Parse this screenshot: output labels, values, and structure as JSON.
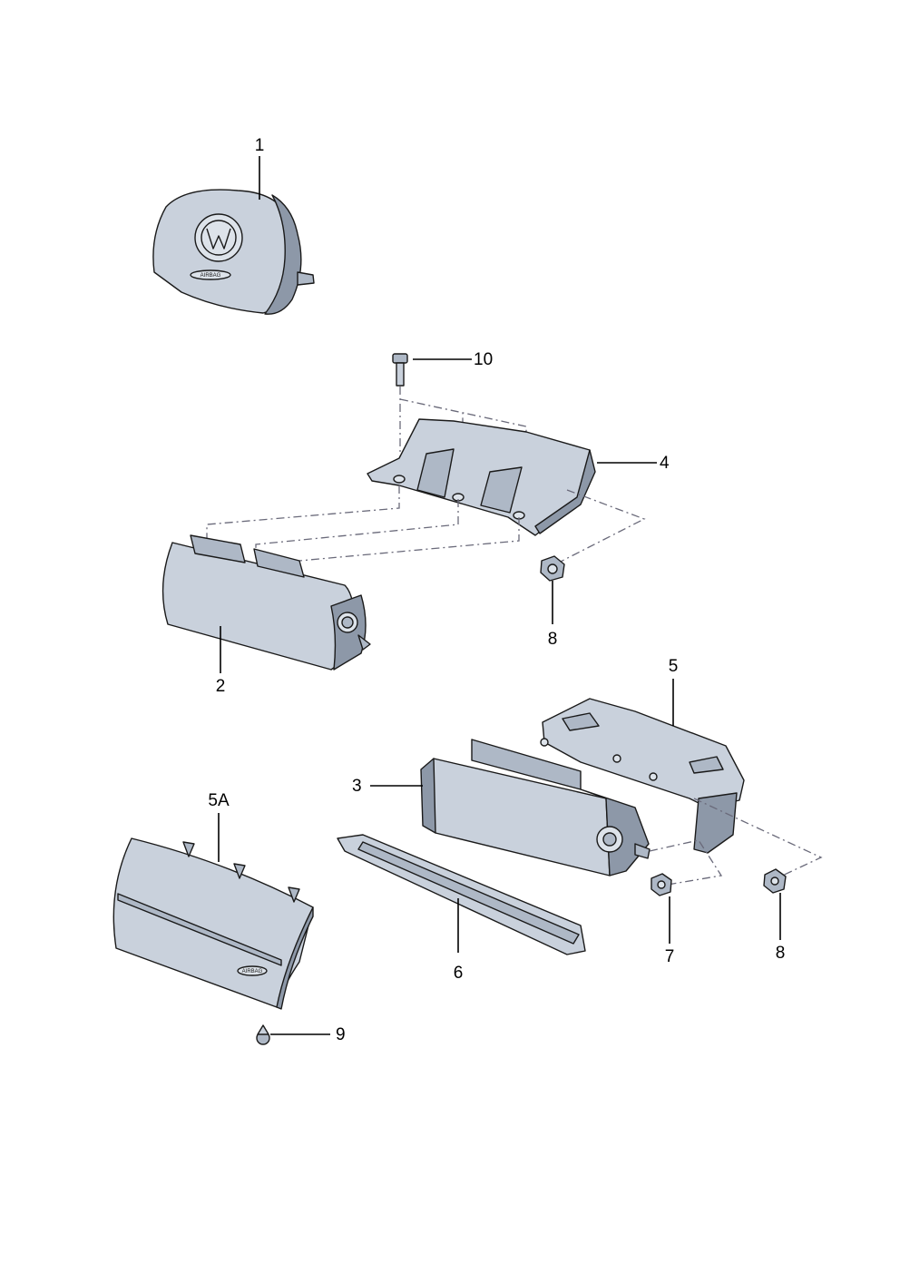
{
  "diagram": {
    "callouts": [
      {
        "id": "1",
        "label": "1"
      },
      {
        "id": "10",
        "label": "10"
      },
      {
        "id": "4",
        "label": "4"
      },
      {
        "id": "8a",
        "label": "8"
      },
      {
        "id": "2",
        "label": "2"
      },
      {
        "id": "5",
        "label": "5"
      },
      {
        "id": "3",
        "label": "3"
      },
      {
        "id": "5A",
        "label": "5A"
      },
      {
        "id": "6",
        "label": "6"
      },
      {
        "id": "7",
        "label": "7"
      },
      {
        "id": "8b",
        "label": "8"
      },
      {
        "id": "9",
        "label": "9"
      }
    ],
    "logo_text": {
      "steering_airbag": "AIRBAG",
      "dash_cover": "AIRBAG"
    }
  },
  "colors": {
    "part_fill": "#c9d1dc",
    "part_shadow": "#8d98a8",
    "outline": "#1a1a1a",
    "dash_line": "#6a6a7a"
  }
}
